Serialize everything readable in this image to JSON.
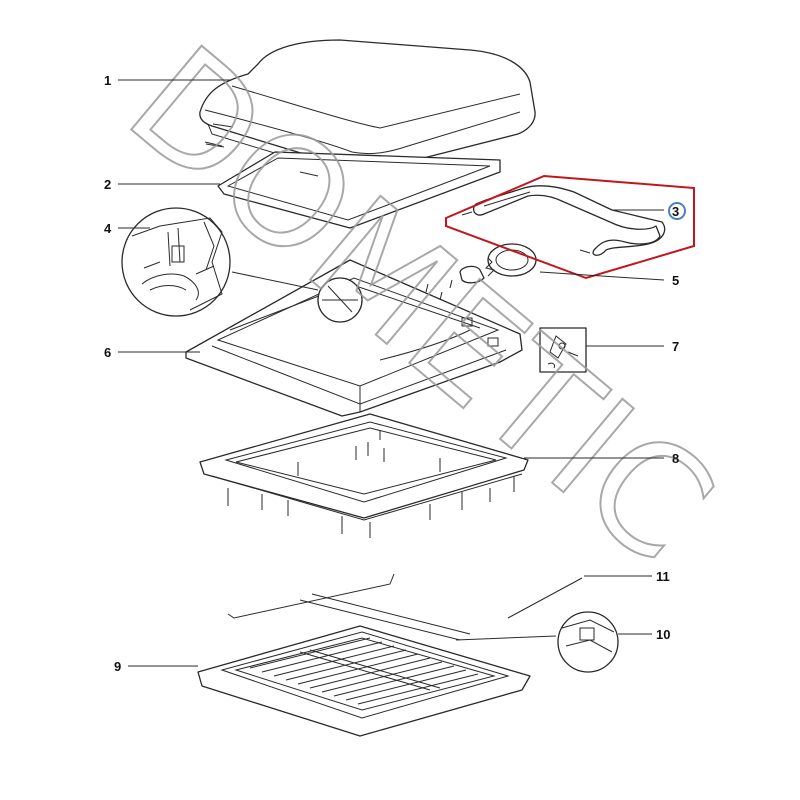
{
  "callouts": [
    {
      "id": "1",
      "label": "1"
    },
    {
      "id": "2",
      "label": "2"
    },
    {
      "id": "3",
      "label": "3",
      "highlighted": true
    },
    {
      "id": "4",
      "label": "4"
    },
    {
      "id": "5",
      "label": "5"
    },
    {
      "id": "6",
      "label": "6"
    },
    {
      "id": "7",
      "label": "7"
    },
    {
      "id": "8",
      "label": "8"
    },
    {
      "id": "9",
      "label": "9"
    },
    {
      "id": "10",
      "label": "10"
    },
    {
      "id": "11",
      "label": "11"
    }
  ],
  "watermark": {
    "text": "DOMETIC",
    "color": "#9a9a9a"
  },
  "colors": {
    "line": "#2a2a2a",
    "highlight_box": "#c0161c",
    "callout_3_ring": "#4a7fc1"
  }
}
